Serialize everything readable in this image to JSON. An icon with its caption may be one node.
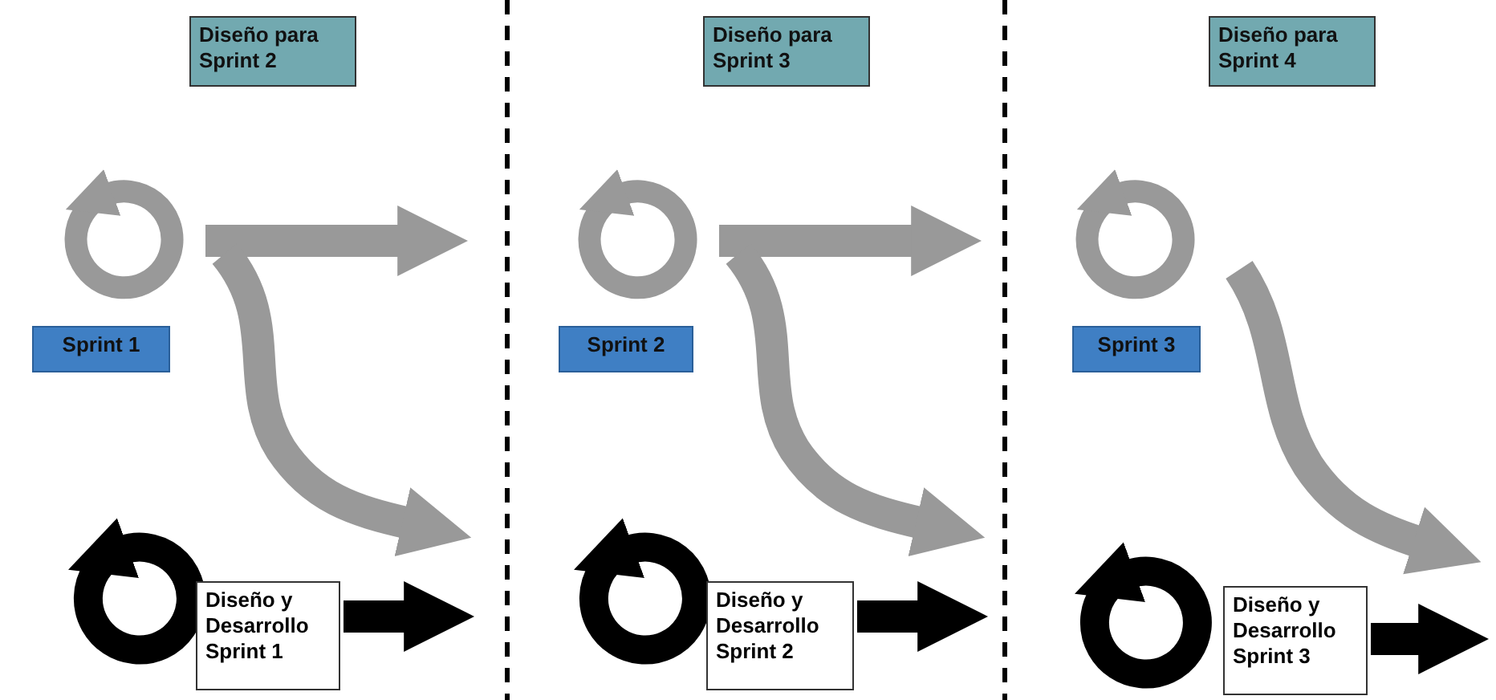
{
  "diagram": {
    "nodes": [
      {
        "text": [
          "Diseño para Sprint 2"
        ]
      },
      {
        "text": [
          "Sprint 1"
        ]
      },
      {
        "text": [
          "Diseño y Desarrollo Sprint 1"
        ]
      },
      {
        "text": [
          "Diseño para Sprint 3"
        ]
      },
      {
        "text": [
          "Sprint 2"
        ]
      },
      {
        "text": [
          "Diseño y Desarrollo Sprint 2"
        ]
      },
      {
        "text": [
          "Diseño para Sprint 4"
        ]
      },
      {
        "text": [
          "Sprint 3"
        ]
      },
      {
        "text": [
          "Diseño y Desarrollo Sprint 3"
        ]
      }
    ]
  }
}
